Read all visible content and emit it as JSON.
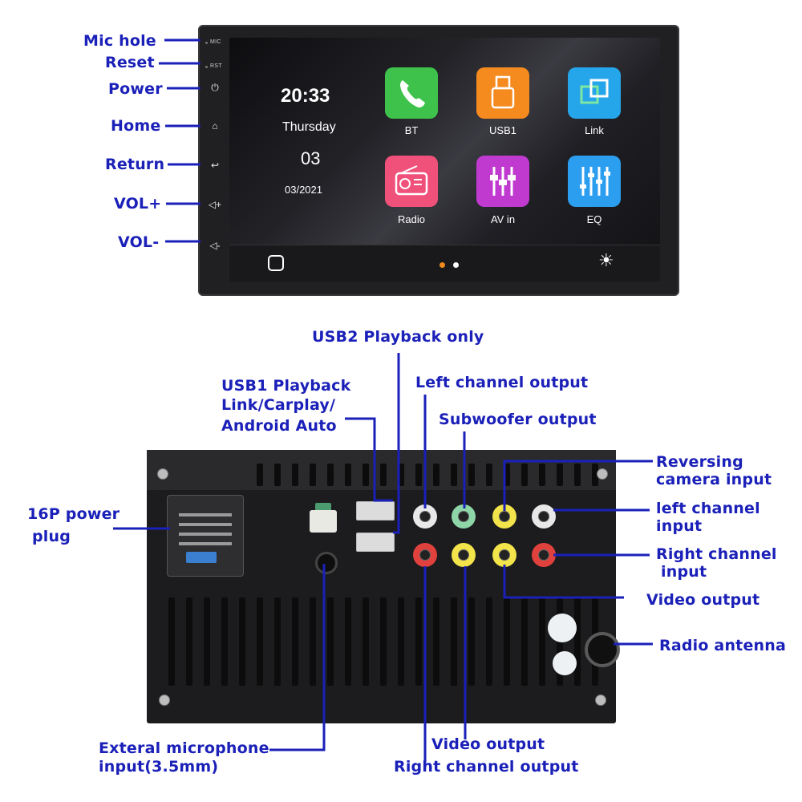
{
  "head_unit": {
    "bezel": {
      "mic": "MIC",
      "rst": "RST"
    },
    "screen": {
      "time": "20:33",
      "weekday": "Thursday",
      "day_num": "03",
      "month_year": "03/2021",
      "apps": [
        {
          "label": "BT",
          "icon": "phone-icon",
          "color": "#3fc24b"
        },
        {
          "label": "USB1",
          "icon": "usb-icon",
          "color": "#f58a1f"
        },
        {
          "label": "Link",
          "icon": "link-icon",
          "color": "#26a6ea"
        },
        {
          "label": "Radio",
          "icon": "radio-icon",
          "color": "#f0517a"
        },
        {
          "label": "AV in",
          "icon": "av-icon",
          "color": "#c03ad0"
        },
        {
          "label": "EQ",
          "icon": "eq-icon",
          "color": "#2c9ef0"
        }
      ]
    },
    "labels": {
      "mic_hole": "Mic hole",
      "reset": "Reset",
      "power": "Power",
      "home": "Home",
      "return": "Return",
      "vol_up": "VOL+",
      "vol_down": "VOL-"
    }
  },
  "rear_labels": {
    "usb2": "USB2 Playback only",
    "usb1_l1": "USB1 Playback",
    "usb1_l2": "Link/Carplay/",
    "usb1_l3": "Android Auto",
    "left_out": "Left channel output",
    "sub_out": "Subwoofer output",
    "rev_cam_l1": "Reversing",
    "rev_cam_l2": "camera input",
    "left_in_l1": "left channel",
    "left_in_l2": "input",
    "right_in_l1": "Right channel",
    "right_in_l2": "input",
    "video_out_right": "Video output",
    "radio_antenna": "Radio antenna",
    "power_plug_l1": "16P power",
    "power_plug_l2": "plug",
    "mic_in_l1": "Exteral microphone",
    "mic_in_l2": "input(3.5mm)",
    "video_out_bottom": "Video output",
    "right_out": "Right channel output"
  },
  "colors": {
    "label_blue": "#1a20b8",
    "accent_orange": "#f08a1c"
  }
}
